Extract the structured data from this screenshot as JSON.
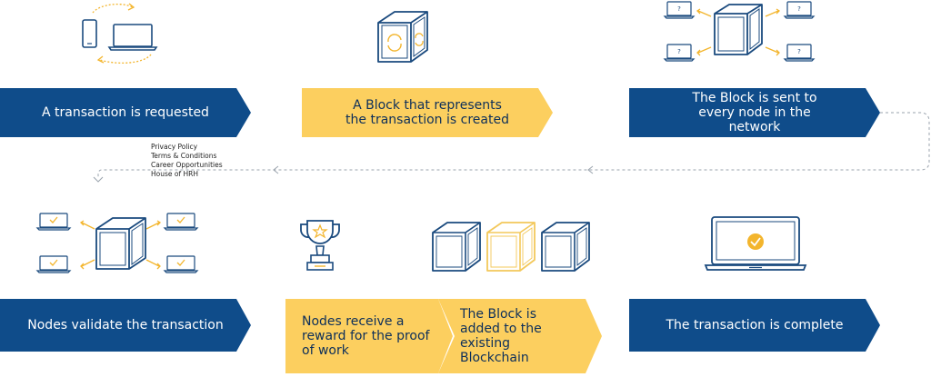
{
  "steps": [
    {
      "label": "A transaction is requested"
    },
    {
      "label": "A Block that represents the transaction is created"
    },
    {
      "label": "The Block is sent to every node in the network"
    },
    {
      "label": "Nodes validate the transaction"
    },
    {
      "label": "Nodes receive a reward for the proof of work"
    },
    {
      "label": "The Block is added to the existing Blockchain"
    },
    {
      "label": "The transaction is complete"
    }
  ],
  "footer_menu": [
    {
      "label": "Privacy Policy"
    },
    {
      "label": "Terms & Conditions"
    },
    {
      "label": "Career Opportunities"
    },
    {
      "label": "House of HRH"
    }
  ],
  "icons": {
    "step1": "devices-sync-icon",
    "step2": "block-cube-icon",
    "step3": "network-broadcast-icon",
    "step4": "network-validate-icon",
    "step5": "trophy-icon",
    "step6": "blockchain-cubes-icon",
    "step7": "laptop-check-icon"
  },
  "colors": {
    "blue": "#0f4c8a",
    "yellow": "#fccf5f",
    "line": "#1a4a7e",
    "accent": "#f3b52d"
  }
}
